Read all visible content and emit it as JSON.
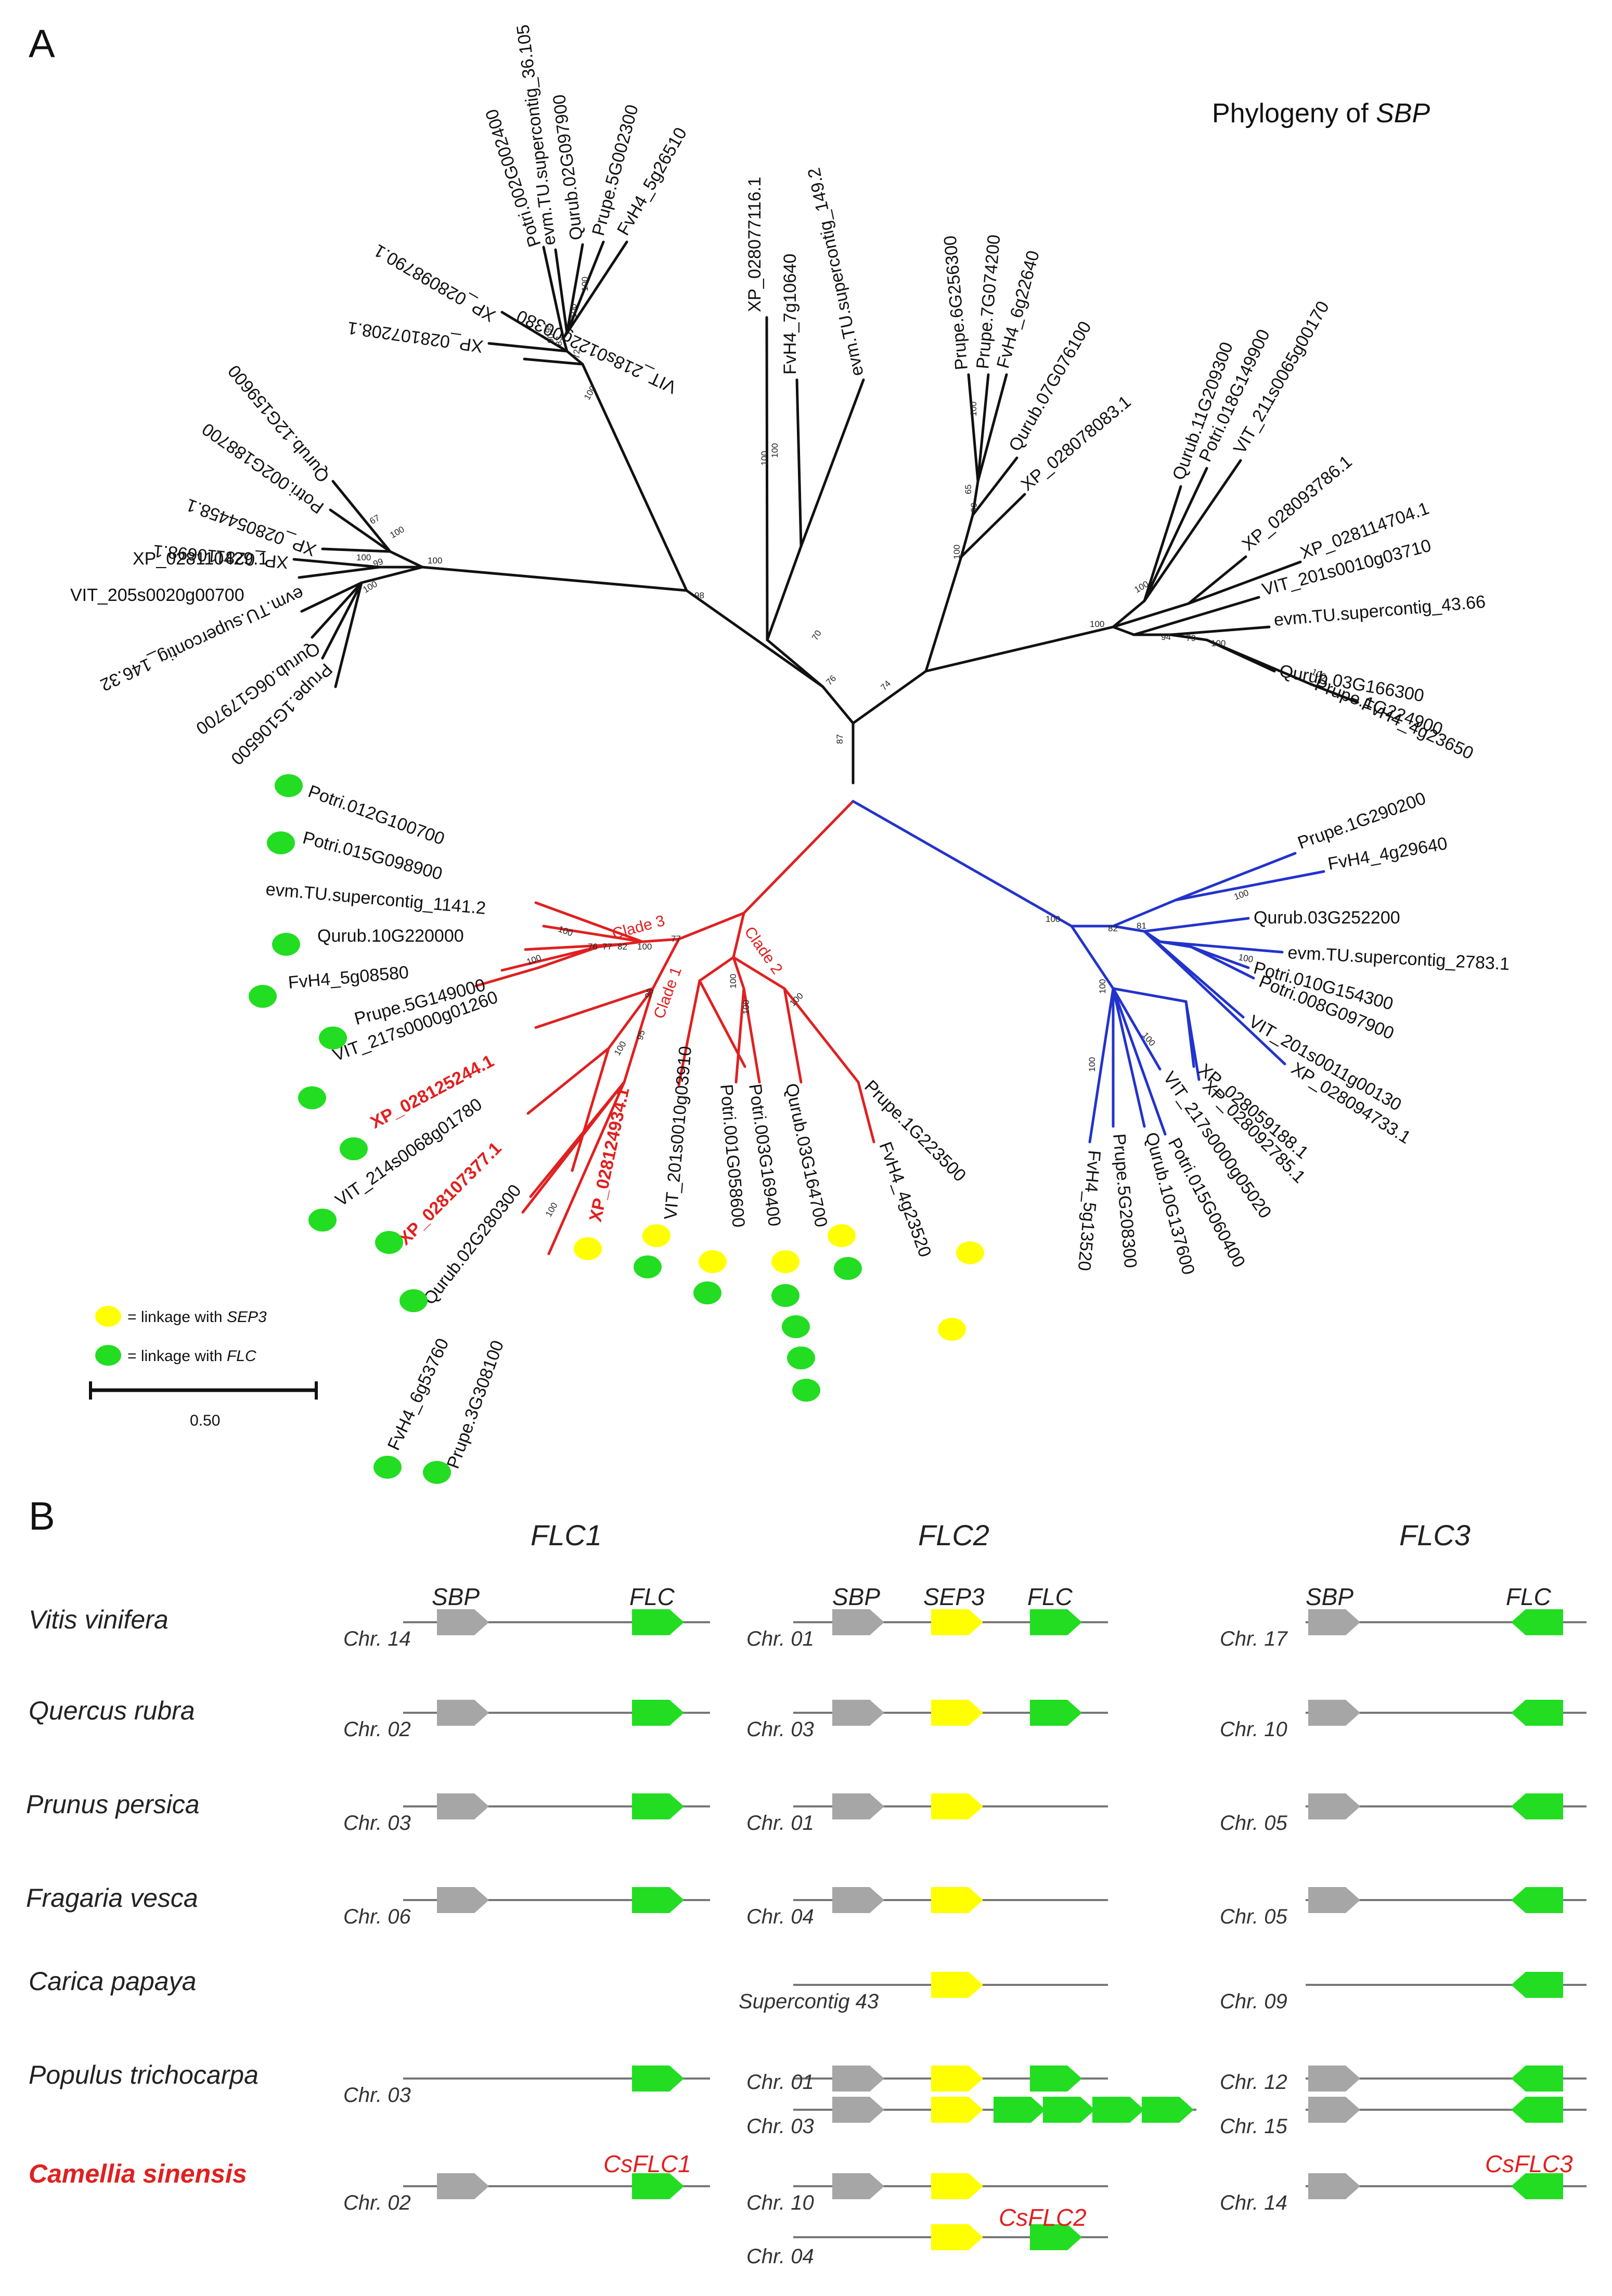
{
  "panel_a": {
    "label": "A",
    "title_prefix": "Phylogeny of ",
    "title_gene": "SBP",
    "scale_value": "0.50",
    "legend": [
      {
        "color": "#ffff00",
        "prefix": "= linkage with ",
        "gene": "SEP3"
      },
      {
        "color": "#22dd22",
        "prefix": "= linkage with ",
        "gene": "FLC"
      }
    ],
    "clades": [
      "Clade 3",
      "Clade 1",
      "Clade 2"
    ],
    "colors": {
      "black_clade": "#111111",
      "red_clade": "#e02020",
      "blue_clade": "#2233cc",
      "sep3": "#ffff00",
      "flc": "#22dd22",
      "sbp": "#a6a6a6",
      "highlight": "#e02020"
    },
    "bootstrap": [
      "100",
      "83",
      "72",
      "90",
      "100",
      "95",
      "100",
      "67",
      "99",
      "100",
      "100",
      "100",
      "100",
      "100",
      "100",
      "99",
      "65",
      "100",
      "70",
      "98",
      "100",
      "76",
      "74",
      "100",
      "100",
      "94",
      "79",
      "100",
      "100",
      "87",
      "100",
      "76",
      "77",
      "82",
      "100",
      "77",
      "100",
      "98",
      "100",
      "95",
      "100",
      "100",
      "100",
      "100",
      "100",
      "82",
      "81",
      "100",
      "100",
      "100",
      "100",
      "100"
    ],
    "black_taxa": [
      "evm.TU.supercontig_36.105",
      "Qurub.02G097900",
      "Prupe.5G002300",
      "FvH4_5g26510",
      "Potri.002G002400",
      "VIT_218s0122g00380",
      "XP_028098790.1",
      "XP_028107208.1",
      "Qurub.12G159600",
      "Potri.002G188700",
      "XP_028054458.1",
      "XP_028110698.1",
      "XP_028110429.1",
      "VIT_205s0020g00700",
      "evm.TU.supercontig_146.32",
      "Qurub.06G179700",
      "Prupe.1G106500",
      "XP_028077116.1",
      "FvH4_7g10640",
      "evm.TU.supercontig_149.2",
      "Prupe.6G256300",
      "Prupe.7G074200",
      "FvH4_6g22640",
      "Qurub.07G076100",
      "XP_028078083.1",
      "Qurub.11G209300",
      "Potri.018G149900",
      "VIT_211s0065g00170",
      "XP_028093786.1",
      "XP_028114704.1",
      "VIT_201s0010g03710",
      "evm.TU.supercontig_43.66",
      "Qurub.03G166300",
      "Prupe.1G224900",
      "FvH4_4g23650"
    ],
    "red_taxa": [
      "Potri.012G100700",
      "Potri.015G098900",
      "evm.TU.supercontig_1141.2",
      "Qurub.10G220000",
      "FvH4_5g08580",
      "Prupe.5G149000",
      "VIT_217s0000g01260",
      "XP_028125244.1",
      "VIT_214s0068g01780",
      "XP_028107377.1",
      "Qurub.02G280300",
      "FvH4_6g53760",
      "Prupe.3G308100",
      "XP_028124934.1",
      "VIT_201s0010g03910",
      "Potri.001G058600",
      "Potri.003G169400",
      "Qurub.03G164700",
      "FvH4_4g23520",
      "Prupe.1G223500"
    ],
    "blue_taxa": [
      "Prupe.1G290200",
      "FvH4_4g29640",
      "Qurub.03G252200",
      "evm.TU.supercontig_2783.1",
      "Potri.010G154300",
      "Potri.008G097900",
      "VIT_201s0011g00130",
      "XP_028094733.1",
      "XP_028059188.1",
      "XP_028092785.1",
      "VIT_217s0000g05020",
      "Potri.015G060400",
      "Qurub.10G137600",
      "Prupe.5G208300",
      "FvH4_5g13520"
    ]
  },
  "panel_b": {
    "label": "B",
    "columns": [
      "FLC1",
      "FLC2",
      "FLC3"
    ],
    "gene_labels": {
      "sbp": "SBP",
      "sep3": "SEP3",
      "flc": "FLC"
    },
    "species": [
      {
        "name": "Vitis vinifera",
        "chr": [
          [
            "Chr. 14"
          ],
          [
            "Chr. 01"
          ],
          [
            "Chr. 17"
          ]
        ]
      },
      {
        "name": "Quercus rubra",
        "chr": [
          [
            "Chr. 02"
          ],
          [
            "Chr. 03"
          ],
          [
            "Chr. 10"
          ]
        ]
      },
      {
        "name": "Prunus persica",
        "chr": [
          [
            "Chr. 03"
          ],
          [
            "Chr. 01"
          ],
          [
            "Chr. 05"
          ]
        ]
      },
      {
        "name": "Fragaria vesca",
        "chr": [
          [
            "Chr. 06"
          ],
          [
            "Chr. 04"
          ],
          [
            "Chr. 05"
          ]
        ]
      },
      {
        "name": "Carica papaya",
        "chr": [
          [],
          [
            "Supercontig 43"
          ],
          [
            "Chr. 09"
          ]
        ]
      },
      {
        "name": "Populus trichocarpa",
        "chr": [
          [
            "Chr. 03"
          ],
          [
            "Chr. 01",
            "Chr. 03"
          ],
          [
            "Chr. 12",
            "Chr. 15"
          ]
        ]
      },
      {
        "name": "Camellia sinensis",
        "chr": [
          [
            "Chr. 02"
          ],
          [
            "Chr. 10",
            "Chr. 04"
          ],
          [
            "Chr. 14"
          ]
        ],
        "color": "#e02020"
      }
    ],
    "cs_labels": [
      "CsFLC1",
      "CsFLC2",
      "CsFLC3"
    ]
  }
}
